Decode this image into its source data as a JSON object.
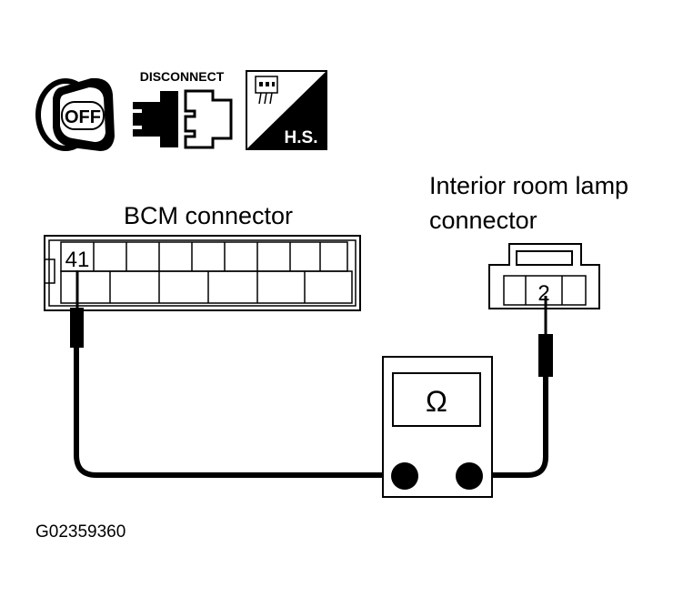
{
  "icons": {
    "ignition": {
      "text": "OFF",
      "icon": "ignition-key-off-icon"
    },
    "disconnect": {
      "text": "DISCONNECT",
      "icon": "connector-disconnect-icon"
    },
    "harness_side": {
      "text": "H.S.",
      "icon": "harness-side-connector-icon"
    }
  },
  "bcm_connector": {
    "title": "BCM connector",
    "terminal": "41"
  },
  "lamp_connector": {
    "title_line1": "Interior room lamp",
    "title_line2": "connector",
    "terminal": "2"
  },
  "meter": {
    "symbol": "Ω",
    "icon": "ohmmeter-icon"
  },
  "figure_id": "G02359360"
}
